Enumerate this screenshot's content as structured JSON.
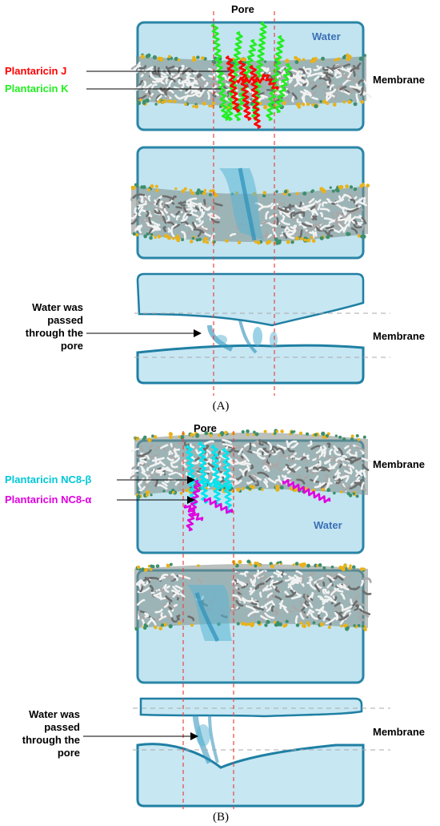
{
  "panel_a": {
    "pore_label": "Pore",
    "water_label": "Water",
    "membrane_label": "Membrane",
    "membrane_label_lower": "Membrane",
    "peptide_j_label": "Plantaricin J",
    "peptide_k_label": "Plantaricin K",
    "water_passed_lines": [
      "Water was",
      "passed",
      "through the",
      "pore"
    ],
    "panel_letter": "(A)"
  },
  "panel_b": {
    "pore_label": "Pore",
    "water_label": "Water",
    "membrane_label": "Membrane",
    "membrane_label_lower": "Membrane",
    "peptide_beta_label": "Plantaricin NC8-β",
    "peptide_alpha_label": "Plantaricin NC8-α",
    "water_passed_lines": [
      "Water was",
      "passed",
      "through the",
      "pore"
    ],
    "panel_letter": "(B)"
  },
  "colors": {
    "water_box": "#bfe3f0",
    "box_edge": "#1f7fa3",
    "lipid_light": "#f2f2f2",
    "lipid_dark": "#6d6d6d",
    "headgroup": "#e8b21c",
    "plantaricin_j": "#ff0000",
    "plantaricin_k": "#22ee22",
    "plantaricin_nc8_beta": "#00e5f0",
    "plantaricin_nc8_alpha": "#e000e0",
    "pore_guide": "#e8463f",
    "water_text": "#3b6fb6"
  }
}
